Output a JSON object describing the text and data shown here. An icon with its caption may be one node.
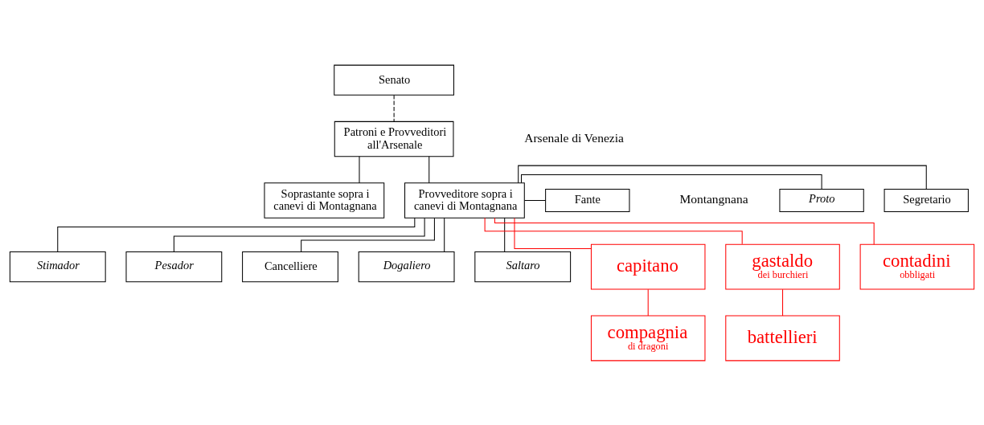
{
  "diagram": {
    "nodes": [
      {
        "text": [
          "Senato"
        ]
      },
      {
        "text": [
          "Patroni e Provveditori all'Arsenale"
        ]
      },
      {
        "text": [
          "Soprastante sopra i canevi di Montagnana"
        ]
      },
      {
        "text": [
          "Provveditore sopra i canevi di Montagnana"
        ]
      },
      {
        "text": [
          "Segretario"
        ]
      },
      {
        "text": [
          "Proto"
        ]
      },
      {
        "text": [
          "Fante"
        ]
      },
      {
        "text": [
          "Stimador"
        ]
      },
      {
        "text": [
          "Pesador"
        ]
      },
      {
        "text": [
          "Cancelliere"
        ]
      },
      {
        "text": [
          "Dogaliero"
        ]
      },
      {
        "text": [
          "Saltaro"
        ]
      },
      {
        "text": [
          "capitano"
        ]
      },
      {
        "text": [
          "gastaldo",
          "dei burchieri"
        ]
      },
      {
        "text": [
          "contadini",
          "obbligati"
        ]
      },
      {
        "text": [
          "compagnia",
          "di dragoni"
        ]
      },
      {
        "text": [
          "battellieri"
        ]
      }
    ],
    "edges": [
      {
        "from": 0,
        "to": 1,
        "arrow": "none",
        "style": "dashed"
      },
      {
        "from": 1,
        "to": 2,
        "arrow": "none"
      },
      {
        "from": 1,
        "to": 3,
        "arrow": "none"
      },
      {
        "from": 3,
        "to": 4,
        "arrow": "none"
      },
      {
        "from": 3,
        "to": 5,
        "arrow": "none"
      },
      {
        "from": 3,
        "to": 6,
        "arrow": "none"
      },
      {
        "from": 3,
        "to": 7,
        "arrow": "none"
      },
      {
        "from": 3,
        "to": 8,
        "arrow": "none"
      },
      {
        "from": 3,
        "to": 9,
        "arrow": "none"
      },
      {
        "from": 3,
        "to": 10,
        "arrow": "none"
      },
      {
        "from": 3,
        "to": 11,
        "arrow": "none"
      },
      {
        "from": 3,
        "to": 12,
        "arrow": "none",
        "color": "#ff0000"
      },
      {
        "from": 3,
        "to": 13,
        "arrow": "none",
        "color": "#ff0000"
      },
      {
        "from": 3,
        "to": 14,
        "arrow": "none",
        "color": "#ff0000"
      },
      {
        "from": 12,
        "to": 15,
        "arrow": "none",
        "color": "#ff0000"
      },
      {
        "from": 13,
        "to": 16,
        "arrow": "none",
        "color": "#ff0000"
      }
    ],
    "labels": [
      "Arsenale di Venezia",
      "Montangnana"
    ]
  }
}
